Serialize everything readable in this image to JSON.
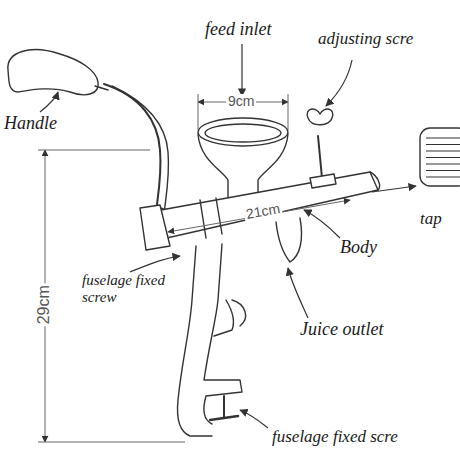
{
  "diagram": {
    "labels": [
      "feed inlet",
      "9cm",
      "adjusting scre",
      "Handle",
      "tap",
      "21cm",
      "Body",
      "29cm",
      "fuselage fixed screw",
      "Juice outlet",
      "fuselage fixed scre"
    ]
  }
}
